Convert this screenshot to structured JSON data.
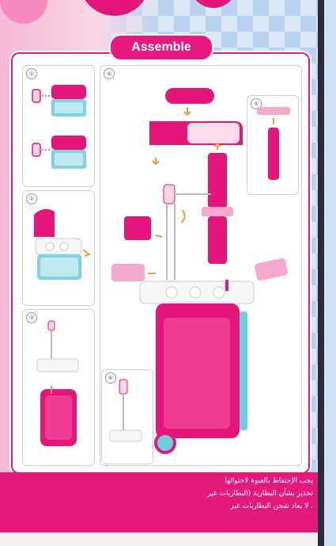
{
  "title": "Assemble",
  "steps": [
    {
      "number": "①"
    },
    {
      "number": "②"
    },
    {
      "number": "③"
    },
    {
      "number": "④"
    },
    {
      "number": "⑤"
    },
    {
      "number": "⑥"
    }
  ],
  "warnings": [
    "يجب الإحتفاظ بالعبوة لاحتوائها",
    "تحذير بشأن البطارية (البطاريات غير",
    ". لا يعاد شحن البطاريات غير"
  ],
  "colors": {
    "accent": "#e81880",
    "teal": "#6ccfe0",
    "pink_light": "#f5a9cf"
  }
}
